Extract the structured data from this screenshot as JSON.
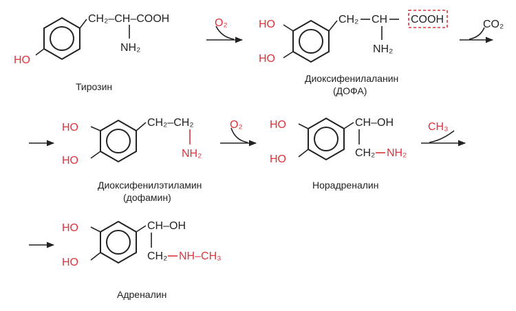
{
  "colors": {
    "text": "#222222",
    "highlight": "#e0303a"
  },
  "compounds": {
    "tyrosine": {
      "name": "Тирозин",
      "ho": "HO",
      "chain_top": "CH₂–CH–COOH",
      "nh2": "NH₂"
    },
    "dopa": {
      "name_line1": "Диоксифенилаланин",
      "name_line2": "(ДОФА)",
      "ho1": "HO",
      "ho2": "HO",
      "ch2": "CH₂",
      "ch": "CH",
      "cooh": "COOH",
      "nh2": "NH₂"
    },
    "dopamine": {
      "name_line1": "Диоксифенилэтиламин",
      "name_line2": "(дофамин)",
      "ho1": "HO",
      "ho2": "HO",
      "chain_top": "CH₂–CH₂",
      "nh2": "NH₂"
    },
    "noradrenaline": {
      "name": "Норадреналин",
      "ho1": "HO",
      "ho2": "HO",
      "choh": "CH–OH",
      "ch2": "CH₂",
      "nh2": "NH₂"
    },
    "adrenaline": {
      "name": "Адреналин",
      "ho1": "HO",
      "ho2": "HO",
      "choh": "CH–OH",
      "ch2": "CH₂",
      "nhch3": "NH–CH₃"
    }
  },
  "reagents": {
    "o2_first": "O₂",
    "co2": "CO₂",
    "o2_second": "O₂",
    "ch3": "CH₃"
  }
}
